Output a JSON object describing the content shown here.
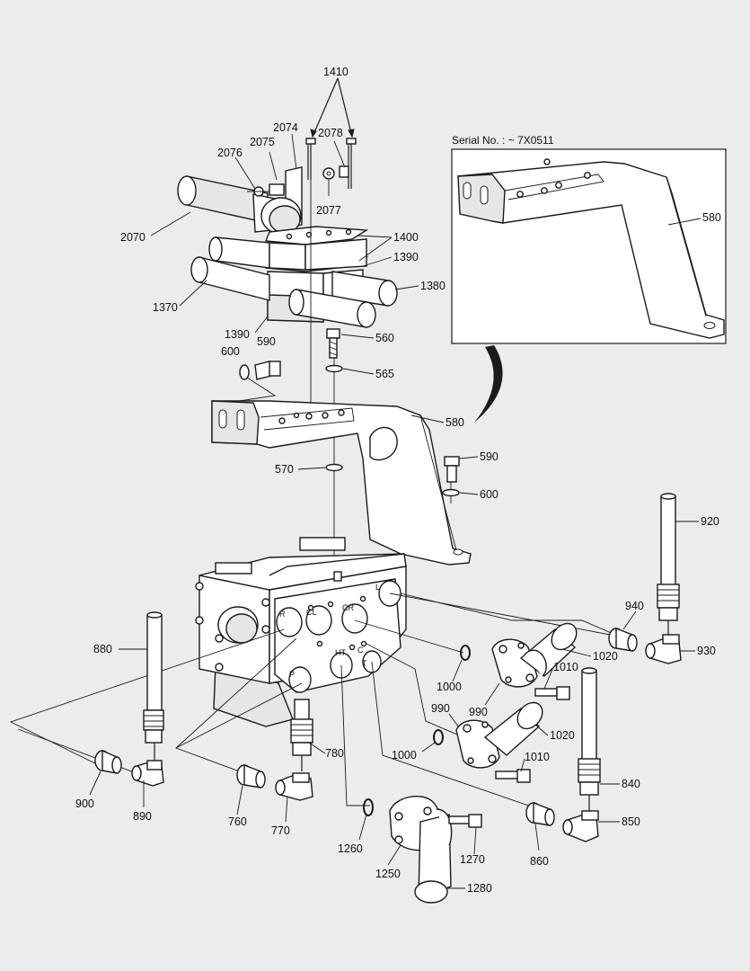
{
  "inset": {
    "serial_text": "Serial No. : ~ 7X0511",
    "part_label": "580"
  },
  "ports": [
    "R",
    "CL",
    "CR",
    "L",
    "HT",
    "C",
    "T",
    "P"
  ],
  "callouts": [
    "1410",
    "2074",
    "2078",
    "2075",
    "2076",
    "2077",
    "2070",
    "1400",
    "1390",
    "1370",
    "1380",
    "1390",
    "560",
    "600",
    "590",
    "565",
    "580",
    "570",
    "590",
    "600",
    "920",
    "940",
    "930",
    "880",
    "1020",
    "1010",
    "1000",
    "990",
    "990",
    "1020",
    "1000",
    "1010",
    "780",
    "900",
    "890",
    "760",
    "770",
    "840",
    "850",
    "860",
    "1260",
    "1270",
    "1250",
    "1280"
  ]
}
